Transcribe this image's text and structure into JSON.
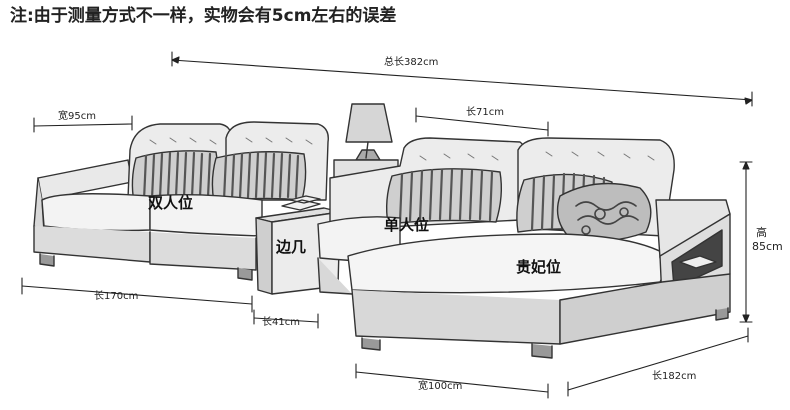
{
  "note": "注:由于测量方式不一样，实物会有5cm左右的误差",
  "dimensions": {
    "total_length": "总长382cm",
    "width_left": "宽95cm",
    "length_chaise_top": "长71cm",
    "height_label": "高",
    "height_value": "85cm",
    "length_left": "长170cm",
    "length_table": "长41cm",
    "width_chaise": "宽100cm",
    "length_right": "长182cm"
  },
  "labels": {
    "double_seat": "双人位",
    "single_seat": "单人位",
    "side_table": "边几",
    "chaise": "贵妃位"
  }
}
